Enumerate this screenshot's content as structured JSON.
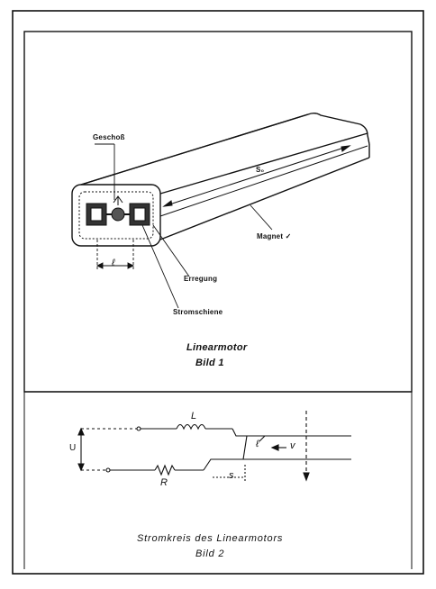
{
  "figure1": {
    "labels": {
      "geschoss": "Geschoß",
      "s0": "S₀",
      "magnet": "Magnet ✓",
      "erregung": "Erregung",
      "stromschiene": "Stromschiene",
      "ell": "ℓ"
    },
    "caption": {
      "line1": "Linearmotor",
      "line2": "Bild 1"
    }
  },
  "figure2": {
    "labels": {
      "L": "L",
      "R": "R",
      "U": "U",
      "ell": "ℓ",
      "v": "v",
      "s": "s"
    },
    "caption": {
      "line1": "Stromkreis des Linearmotors",
      "line2": "Bild 2"
    }
  }
}
